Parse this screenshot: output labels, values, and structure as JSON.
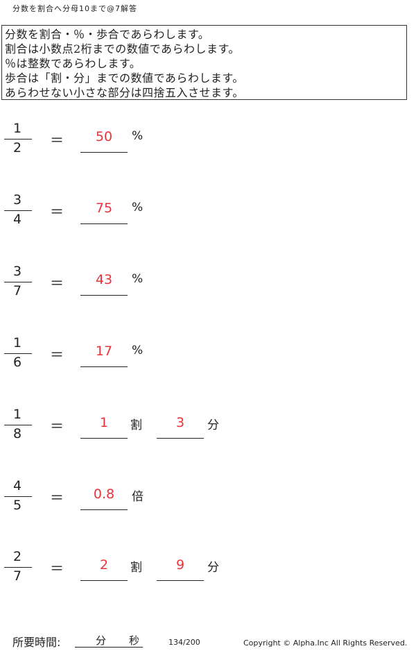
{
  "header": {
    "title": "分数を割合へ分母10まで@7解答"
  },
  "instructions": [
    "分数を割合・％・歩合であらわします。",
    "割合は小数点2桁までの数値であらわします。",
    "％は整数であらわします。",
    "歩合は「割・分」までの数値であらわします。",
    "あらわせない小さな部分は四捨五入させます。"
  ],
  "equals": "＝",
  "problems": [
    {
      "numerator": "1",
      "denominator": "2",
      "answer1": "50",
      "unit1": "%",
      "answer2": "",
      "unit2": ""
    },
    {
      "numerator": "3",
      "denominator": "4",
      "answer1": "75",
      "unit1": "%",
      "answer2": "",
      "unit2": ""
    },
    {
      "numerator": "3",
      "denominator": "7",
      "answer1": "43",
      "unit1": "%",
      "answer2": "",
      "unit2": ""
    },
    {
      "numerator": "1",
      "denominator": "6",
      "answer1": "17",
      "unit1": "%",
      "answer2": "",
      "unit2": ""
    },
    {
      "numerator": "1",
      "denominator": "8",
      "answer1": "1",
      "unit1": "割",
      "answer2": "3",
      "unit2": "分"
    },
    {
      "numerator": "4",
      "denominator": "5",
      "answer1": "0.8",
      "unit1": "倍",
      "answer2": "",
      "unit2": ""
    },
    {
      "numerator": "2",
      "denominator": "7",
      "answer1": "2",
      "unit1": "割",
      "answer2": "9",
      "unit2": "分"
    }
  ],
  "footer": {
    "time_label": "所要時間:",
    "minutes_label": "分",
    "seconds_label": "秒",
    "page_number": "134/200",
    "copyright": "Copyright ©  Alpha.Inc All Rights Reserved."
  },
  "colors": {
    "answer": "#e8343a"
  }
}
